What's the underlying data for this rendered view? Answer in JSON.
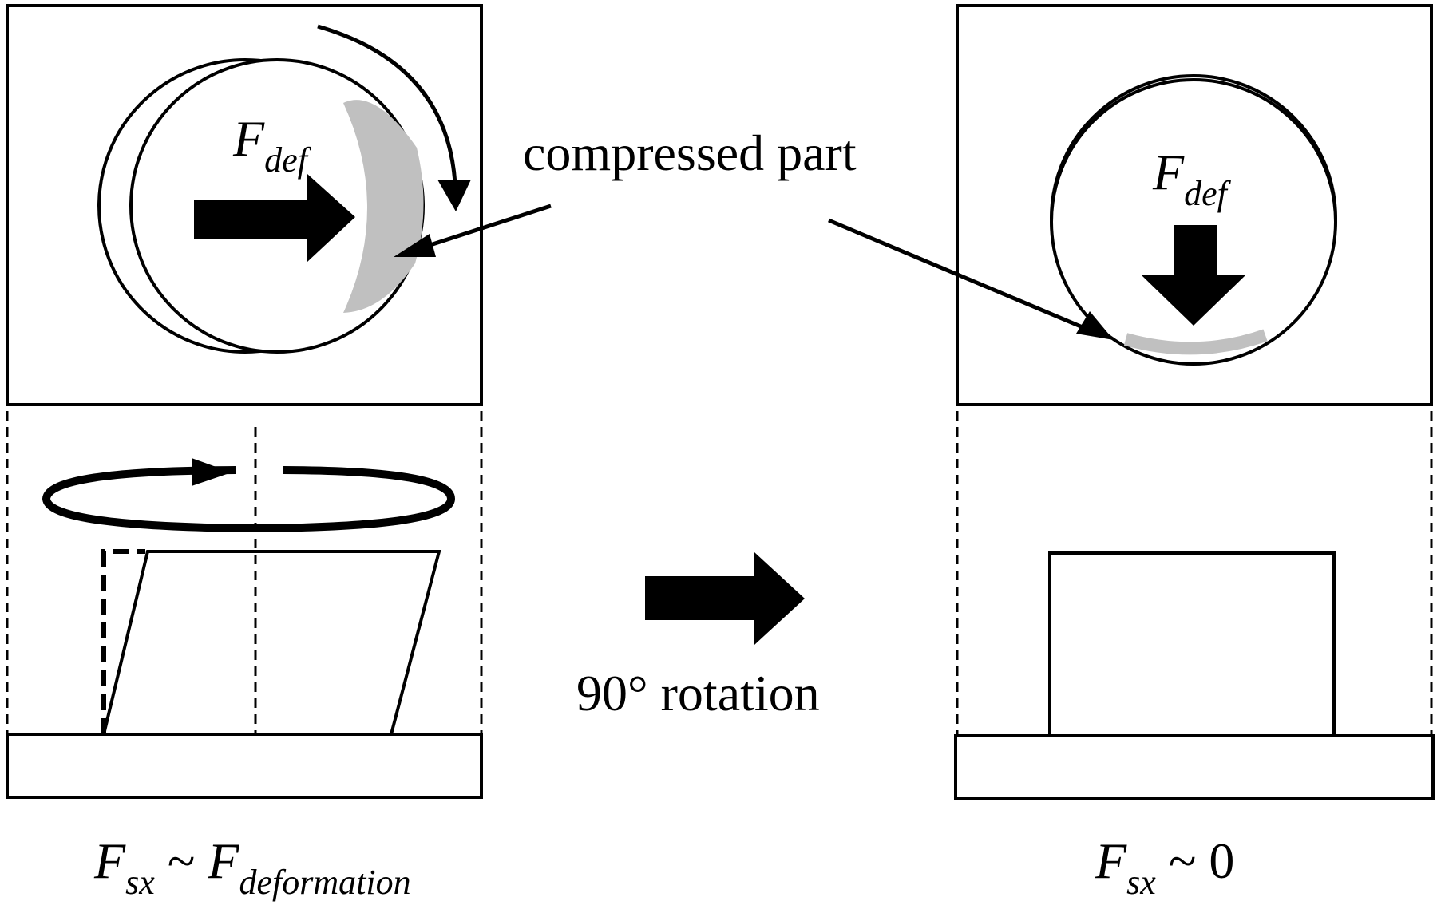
{
  "labels": {
    "compressed": "compressed part",
    "rotation": "90° rotation",
    "left_force": {
      "main": "F",
      "sub": "def"
    },
    "right_force": {
      "main": "F",
      "sub": "def"
    },
    "left_formula": {
      "f1": "F",
      "s1": "sx",
      "tilde": " ~ ",
      "f2": "F",
      "s2": "deformation"
    },
    "right_formula": {
      "f1": "F",
      "s1": "sx",
      "rest": " ~ 0"
    }
  },
  "colors": {
    "ink": "#000000",
    "compressed_fill": "#c0c0c0",
    "background": "#ffffff"
  }
}
